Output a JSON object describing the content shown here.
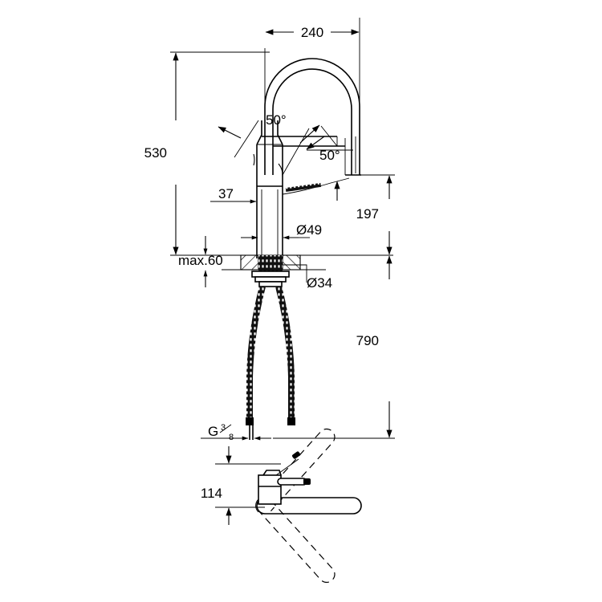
{
  "drawing": {
    "title": "Kitchen mixer tap technical dimension drawing",
    "background_color": "#ffffff",
    "line_color": "#000000",
    "units": "mm",
    "views": [
      {
        "name": "front-elevation",
        "label": ""
      },
      {
        "name": "plan-view",
        "label": ""
      }
    ]
  },
  "dimensions": {
    "spout_reach": "240",
    "overall_height": "530",
    "spout_offset": "37",
    "spout_outlet_height": "197",
    "body_diameter": "Ø49",
    "mount_hole_diameter": "Ø34",
    "max_deck_thickness": "max.60",
    "hose_length": "790",
    "supply_thread_main": "G",
    "supply_thread_num": "3",
    "supply_thread_den": "8",
    "handle_height": "114"
  },
  "angles": {
    "upper": "50°",
    "lower": "50°"
  },
  "annotations": {
    "swivel_note": "",
    "hatch_note": ""
  }
}
